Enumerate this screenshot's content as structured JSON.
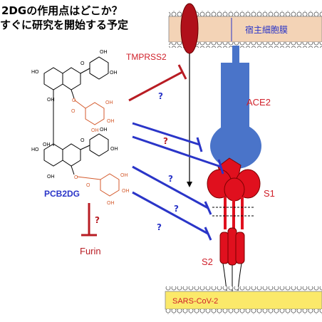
{
  "title": {
    "line1": "2DGの作用点はどこか？",
    "line2": "すぐに研究を開始する予定"
  },
  "labels": {
    "host_membrane": "宿主細胞膜",
    "tmprss2": "TMPRSS2",
    "ace2": "ACE2",
    "s1": "S1",
    "s2": "S2",
    "virus_membrane": "SARS-CoV-2",
    "compound": "PCB2DG",
    "furin": "Furin",
    "q_tmprss2": "?",
    "q_ace2_upper": "?",
    "q_ace2_lower": "?",
    "q_s1": "?",
    "q_cleave1": "?",
    "q_cleave2": "?",
    "q_furin": "?"
  },
  "molecule": {
    "atoms": [
      "OH",
      "OH",
      "HO",
      "OH",
      "O",
      "O",
      "O",
      "OH",
      "OH",
      "OH",
      "OH",
      "HO",
      "OH",
      "O",
      "OH",
      "OH",
      "O",
      "O",
      "OH",
      "OH",
      "OH"
    ]
  },
  "colors": {
    "membrane_fill": "#f3d3b6",
    "membrane_stroke": "#666666",
    "virus_membrane_fill": "#fbe96a",
    "ace2": "#4a74c9",
    "spike": "#e0101e",
    "tmprss2": "#b0101a",
    "inhibit_red": "#b81c23",
    "inhibit_blue": "#2a35c8",
    "molecule_red": "#d45a2c"
  }
}
